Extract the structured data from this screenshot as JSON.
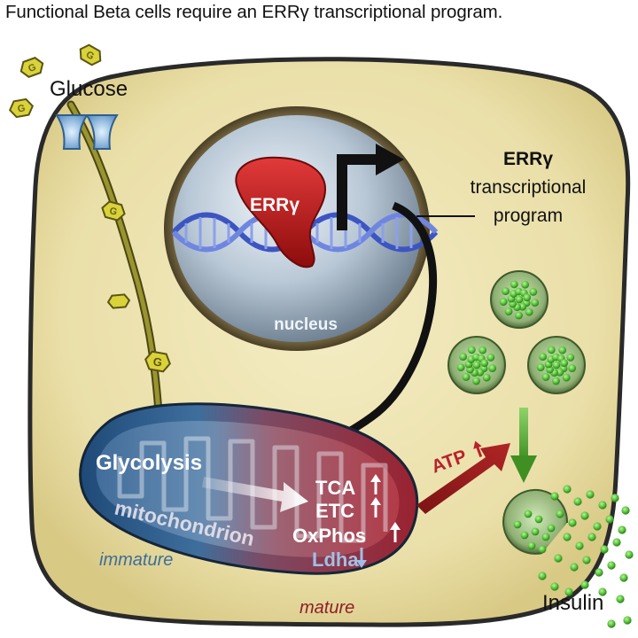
{
  "title": "Functional Beta cells require an ERRγ transcriptional program.",
  "labels": {
    "glucose": "Glucose",
    "glucose_molecule": "G",
    "errg": "ERRγ",
    "nucleus": "nucleus",
    "program_title": "ERRγ",
    "program_line1": "transcriptional",
    "program_line2": "program",
    "glycolysis": "Glycolysis",
    "mitochondrion": "mitochondrion",
    "immature": "immature",
    "mature": "mature",
    "atp": "ATP",
    "insulin": "Insulin"
  },
  "pathways": [
    {
      "name": "TCA",
      "trend": "up"
    },
    {
      "name": "ETC",
      "trend": "up"
    },
    {
      "name": "OxPhos",
      "trend": "up"
    },
    {
      "name": "Ldha",
      "trend": "down"
    }
  ],
  "colors": {
    "cell_fill": "#ece3b2",
    "cell_border": "#2a2a2a",
    "nucleus_fill": "#b9c7d3",
    "errg": "#c41a1a",
    "dna": "#4b63c9",
    "glucose_path": "#7f7a1d",
    "glucose_molecule": "#d9d23a",
    "mito_immature": "#2e5d8c",
    "mito_mature": "#a92b34",
    "atp_arrow": "#a51f1f",
    "granule": "#57c13f",
    "secretion_arrow": "#4a9a2a",
    "ldha_text": "#9fc0e6"
  }
}
